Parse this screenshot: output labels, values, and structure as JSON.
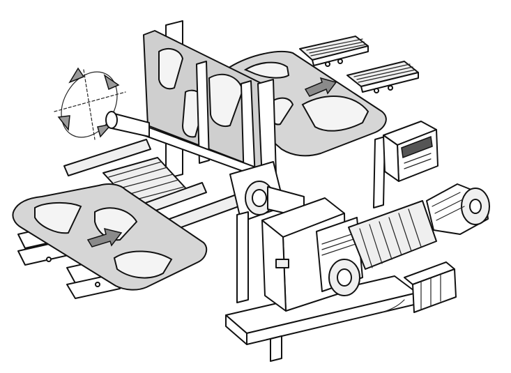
{
  "figure": {
    "colors": {
      "line": "#111111",
      "plate_fill": "#d6d6d6",
      "arrow_fill": "#8a8a8a",
      "display_fill": "#555555",
      "background": "#ffffff"
    },
    "parts": [
      "rotation-indicator",
      "lower-pallet-plate",
      "upper-pallet-plate",
      "rotating-frame",
      "left-roller-conveyor",
      "right-roller-conveyor",
      "central-hub",
      "drive-gearbox",
      "servo-motor",
      "control-panel",
      "valve-block",
      "base-frame"
    ],
    "icons": [
      "rotation-arrows-icon",
      "transfer-arrow-icon"
    ]
  }
}
